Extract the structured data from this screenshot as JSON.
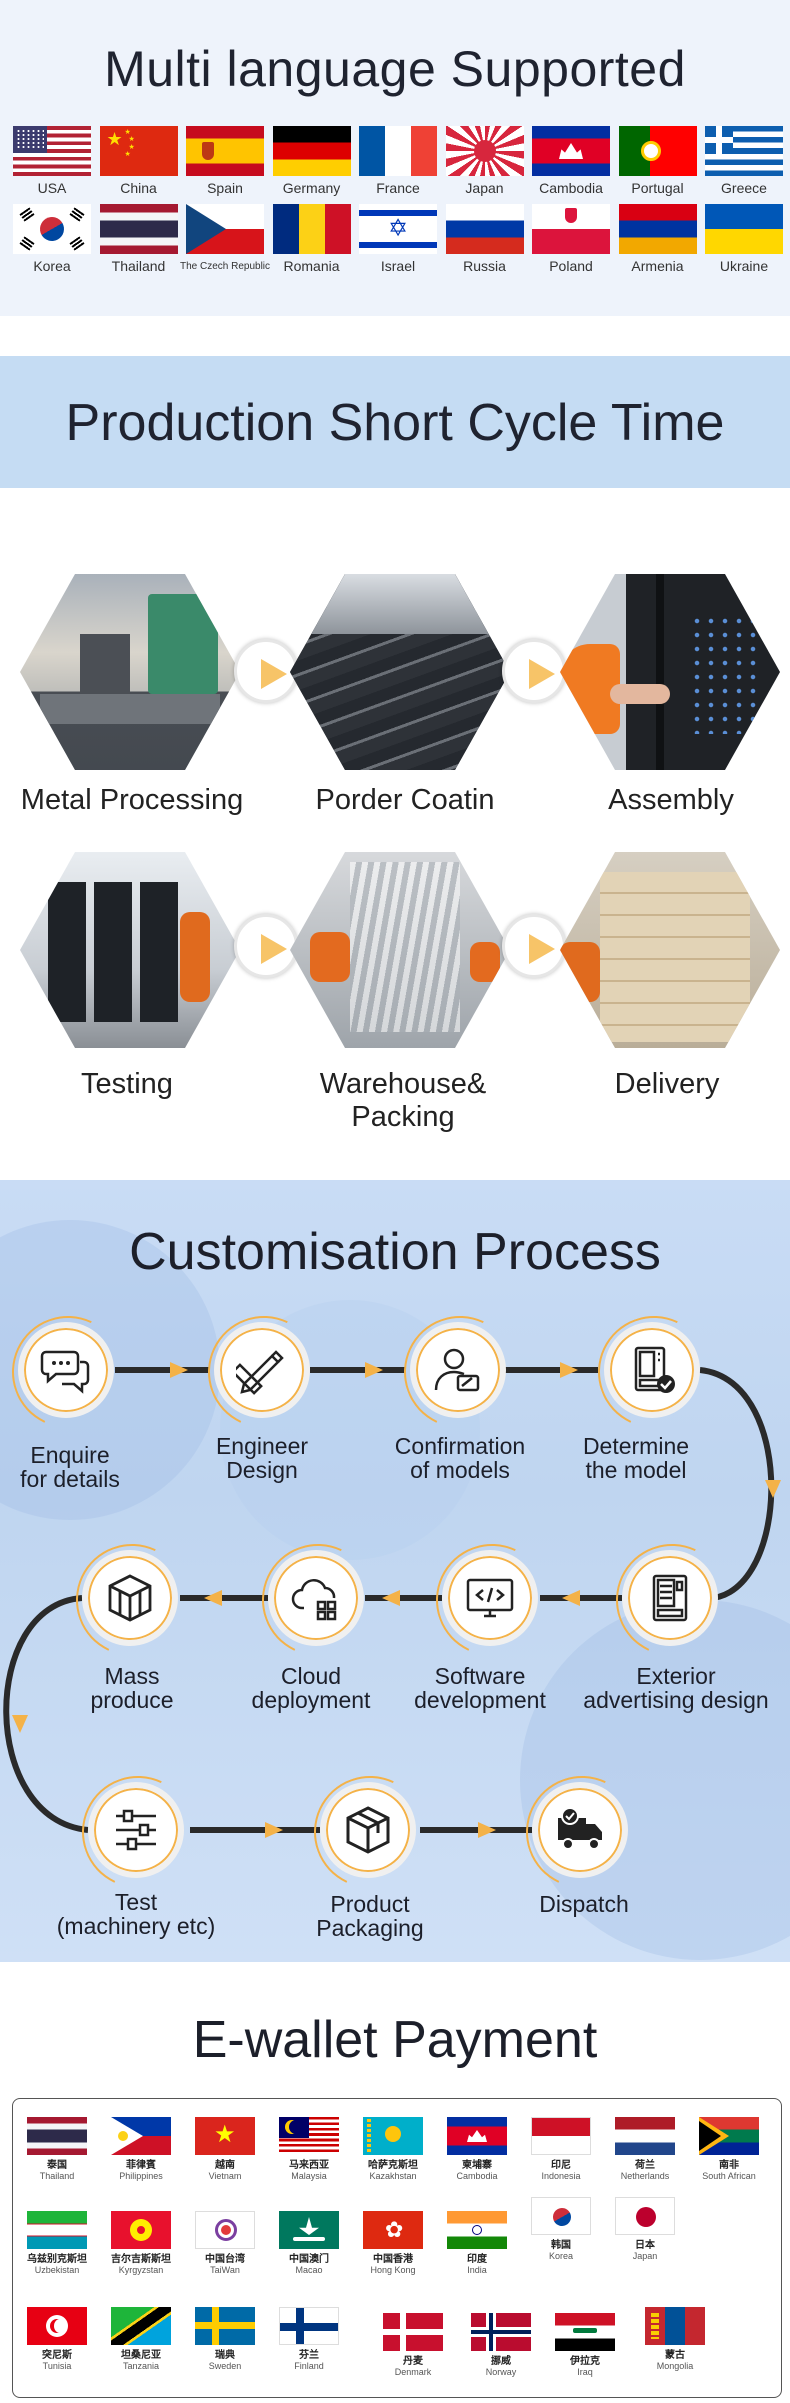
{
  "languages": {
    "title": "Multi language Supported",
    "row1": [
      {
        "label": "USA",
        "icon": "usa-flag-icon"
      },
      {
        "label": "China",
        "icon": "china-flag-icon"
      },
      {
        "label": "Spain",
        "icon": "spain-flag-icon"
      },
      {
        "label": "Germany",
        "icon": "germany-flag-icon"
      },
      {
        "label": "France",
        "icon": "france-flag-icon"
      },
      {
        "label": "Japan",
        "icon": "japan-flag-icon"
      },
      {
        "label": "Cambodia",
        "icon": "cambodia-flag-icon"
      },
      {
        "label": "Portugal",
        "icon": "portugal-flag-icon"
      },
      {
        "label": "Greece",
        "icon": "greece-flag-icon"
      }
    ],
    "row2": [
      {
        "label": "Korea",
        "icon": "korea-flag-icon"
      },
      {
        "label": "Thailand",
        "icon": "thailand-flag-icon"
      },
      {
        "label": "The Czech Republic",
        "icon": "czech-flag-icon"
      },
      {
        "label": "Romania",
        "icon": "romania-flag-icon"
      },
      {
        "label": "Israel",
        "icon": "israel-flag-icon"
      },
      {
        "label": "Russia",
        "icon": "russia-flag-icon"
      },
      {
        "label": "Poland",
        "icon": "poland-flag-icon"
      },
      {
        "label": "Armenia",
        "icon": "armenia-flag-icon"
      },
      {
        "label": "Ukraine",
        "icon": "ukraine-flag-icon"
      }
    ]
  },
  "production": {
    "title": "Production Short Cycle Time",
    "stages": [
      "Metal Processing",
      "Porder Coatin",
      "Assembly",
      "Testing",
      "Warehouse& Packing",
      "Delivery"
    ]
  },
  "customisation": {
    "title": "Customisation Process",
    "steps": [
      {
        "label": "Enquire\nfor details",
        "icon": "chat-bubbles-icon"
      },
      {
        "label": "Engineer\nDesign",
        "icon": "pencil-ruler-icon"
      },
      {
        "label": "Confirmation\nof models",
        "icon": "user-edit-icon"
      },
      {
        "label": "Determine\nthe model",
        "icon": "vending-machine-check-icon"
      },
      {
        "label": "Exterior\nadvertising design",
        "icon": "vending-machine-icon"
      },
      {
        "label": "Software\ndevelopment",
        "icon": "code-monitor-icon"
      },
      {
        "label": "Cloud\ndeployment",
        "icon": "cloud-grid-icon"
      },
      {
        "label": "Mass\nproduce",
        "icon": "cubes-icon"
      },
      {
        "label": "Test\n(machinery etc)",
        "icon": "sliders-icon"
      },
      {
        "label": "Product\nPackaging",
        "icon": "package-box-icon"
      },
      {
        "label": "Dispatch",
        "icon": "delivery-truck-icon"
      }
    ]
  },
  "ewallet": {
    "title": "E-wallet Payment",
    "row1": [
      {
        "native": "泰国",
        "english": "Thailand",
        "icon": "thailand-flag-icon"
      },
      {
        "native": "菲律賓",
        "english": "Philippines",
        "icon": "philippines-flag-icon"
      },
      {
        "native": "越南",
        "english": "Vietnam",
        "icon": "vietnam-flag-icon"
      },
      {
        "native": "马来西亚",
        "english": "Malaysia",
        "icon": "malaysia-flag-icon"
      },
      {
        "native": "哈萨克斯坦",
        "english": "Kazakhstan",
        "icon": "kazakhstan-flag-icon"
      },
      {
        "native": "柬埔寨",
        "english": "Cambodia",
        "icon": "cambodia-flag-icon"
      },
      {
        "native": "印尼",
        "english": "Indonesia",
        "icon": "indonesia-flag-icon"
      },
      {
        "native": "荷兰",
        "english": "Netherlands",
        "icon": "netherlands-flag-icon"
      },
      {
        "native": "南非",
        "english": "South African",
        "icon": "south-africa-flag-icon"
      }
    ],
    "row2": [
      {
        "native": "乌兹别克斯坦",
        "english": "Uzbekistan",
        "icon": "uzbekistan-flag-icon"
      },
      {
        "native": "吉尔吉斯斯坦",
        "english": "Kyrgyzstan",
        "icon": "kyrgyzstan-flag-icon"
      },
      {
        "native": "中国台湾",
        "english": "TaiWan",
        "icon": "taiwan-flag-icon"
      },
      {
        "native": "中国澳门",
        "english": "Macao",
        "icon": "macao-flag-icon"
      },
      {
        "native": "中国香港",
        "english": "Hong Kong",
        "icon": "hong-kong-flag-icon"
      },
      {
        "native": "印度",
        "english": "India",
        "icon": "india-flag-icon"
      },
      {
        "native": "韩国",
        "english": "Korea",
        "icon": "korea-flag-icon"
      },
      {
        "native": "日本",
        "english": "Japan",
        "icon": "japan-flag-icon"
      }
    ],
    "row3": [
      {
        "native": "突尼斯",
        "english": "Tunisia",
        "icon": "tunisia-flag-icon"
      },
      {
        "native": "坦桑尼亚",
        "english": "Tanzania",
        "icon": "tanzania-flag-icon"
      },
      {
        "native": "瑞典",
        "english": "Sweden",
        "icon": "sweden-flag-icon"
      },
      {
        "native": "芬兰",
        "english": "Finland",
        "icon": "finland-flag-icon"
      },
      {
        "native": "丹麦",
        "english": "Denmark",
        "icon": "denmark-flag-icon"
      },
      {
        "native": "挪威",
        "english": "Norway",
        "icon": "norway-flag-icon"
      },
      {
        "native": "伊拉克",
        "english": "Iraq",
        "icon": "iraq-flag-icon"
      },
      {
        "native": "蒙古",
        "english": "Mongolia",
        "icon": "mongolia-flag-icon"
      }
    ]
  },
  "colors": {
    "accent_orange": "#f4b248",
    "header_blue": "#c5dcf3",
    "flow_line": "#2a2a2a"
  }
}
